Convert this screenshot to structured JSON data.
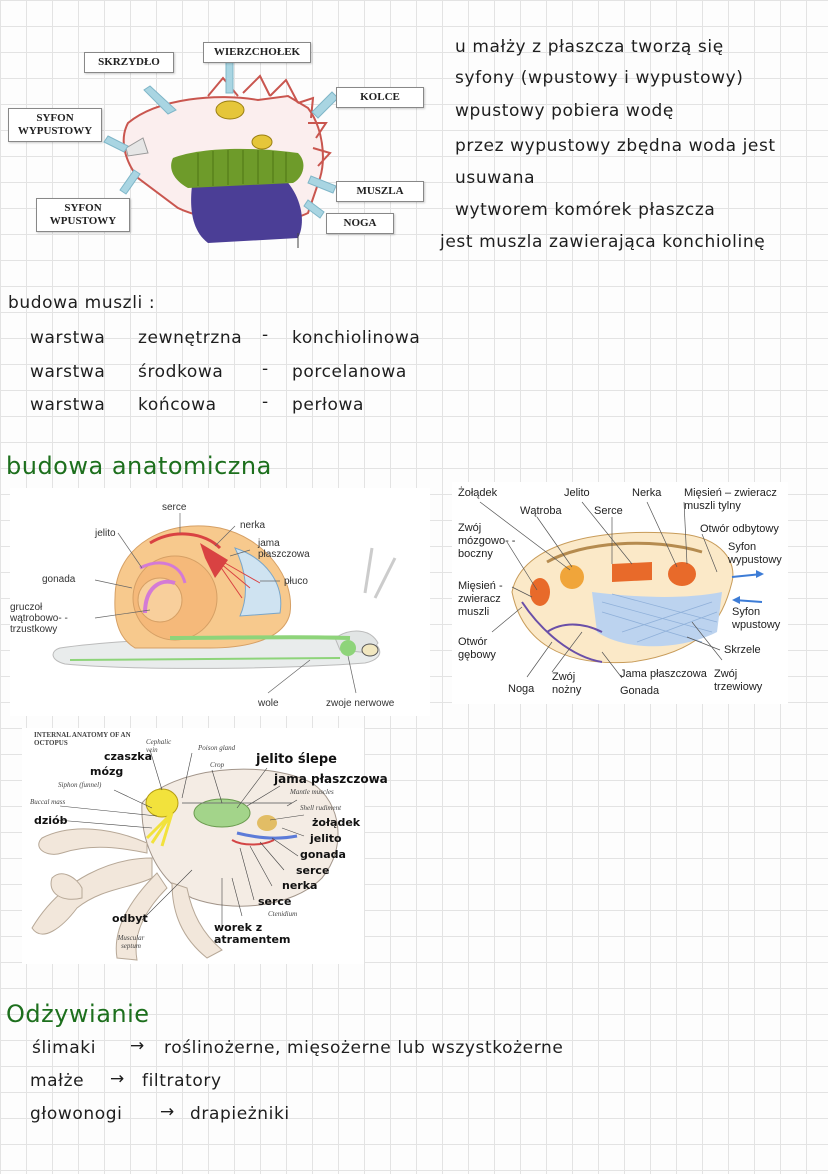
{
  "diagram1": {
    "labels": {
      "skrzydlo": "SKRZYDŁO",
      "wierzcholek": "WIERZCHOŁEK",
      "kolce": "KOLCE",
      "syfon_wypustowy": "SYFON WYPUSTOWY",
      "syfon_wpustowy": "SYFON WPUSTOWY",
      "muszla": "MUSZLA",
      "noga": "NOGA"
    }
  },
  "notes_top": [
    "u małży z płaszcza tworzą się",
    "syfony (wpustowy i wypustowy)",
    "wpustowy pobiera wodę",
    "przez wypustowy zbędna woda jest",
    "usuwana",
    "wytworem komórek płaszcza",
    "jest muszla zawierająca konchiolinę"
  ],
  "shell": {
    "title": "budowa muszli :",
    "rows": [
      {
        "layer": "warstwa",
        "pos": "zewnętrzna",
        "dash": "-",
        "type": "konchiolinowa"
      },
      {
        "layer": "warstwa",
        "pos": "środkowa",
        "dash": "-",
        "type": "porcelanowa"
      },
      {
        "layer": "warstwa",
        "pos": "końcowa",
        "dash": "-",
        "type": "perłowa"
      }
    ]
  },
  "anatomy_heading": "budowa anatomiczna",
  "snail": {
    "labels": {
      "serce": "serce",
      "nerka": "nerka",
      "jelito": "jelito",
      "jama": "jama płaszczowa",
      "gonada": "gonada",
      "pluco": "płuco",
      "gruczol": "gruczoł wątrobowo- -trzustkowy",
      "wole": "wole",
      "zwoje": "zwoje nerwowe"
    }
  },
  "clam": {
    "labels": {
      "zoladek": "Żołądek",
      "jelito": "Jelito",
      "nerka": "Nerka",
      "miesien_tylny": "Mięsień – zwieracz muszli tylny",
      "watroba": "Wątroba",
      "serce": "Serce",
      "otwor_odbytowy": "Otwór odbytowy",
      "zwoj_mozgowy": "Zwój mózgowo- -boczny",
      "syfon_wyp": "Syfon wypustowy",
      "miesien_zwieracz": "Mięsień - zwieracz muszli",
      "syfon_wp": "Syfon wpustowy",
      "otwor_gebowy": "Otwór gębowy",
      "skrzela": "Skrzele",
      "jama": "Jama płaszczowa",
      "zwoj_trzewiowy": "Zwój trzewiowy",
      "noga": "Noga",
      "zwoj_nozny": "Zwój nożny",
      "gonada": "Gonada"
    }
  },
  "octopus": {
    "title": "INTERNAL ANATOMY OF AN OCTOPUS",
    "printed": {
      "cephalic": "Cephalic vein",
      "poison": "Poison gland",
      "crop": "Crop",
      "siphon": "Siphon (funnel)",
      "buccal": "Buccal mass",
      "mantle_muscles": "Mantle muscles",
      "shell_rudiment": "Shell rudiment",
      "ctenidium": "Ctenidium",
      "muscular": "Muscular septum"
    },
    "hand": {
      "czaszka": "czaszka",
      "mozg": "mózg",
      "dziob": "dziób",
      "jelito_slepe": "jelito ślepe",
      "jama": "jama płaszczowa",
      "zoladek": "żołądek",
      "jelito": "jelito",
      "gonada": "gonada",
      "serce1": "serce",
      "nerka": "nerka",
      "serce2": "serce",
      "odbyt": "odbyt",
      "worek": "worek z atramentem"
    }
  },
  "nutrition": {
    "heading": "Odżywianie",
    "rows": [
      {
        "group": "ślimaki",
        "arrow": "→",
        "desc": "roślinożerne, mięsożerne lub wszystkożerne"
      },
      {
        "group": "małże",
        "arrow": "→",
        "desc": "filtratory"
      },
      {
        "group": "głowonogi",
        "arrow": "→",
        "desc": "drapieżniki"
      }
    ]
  }
}
